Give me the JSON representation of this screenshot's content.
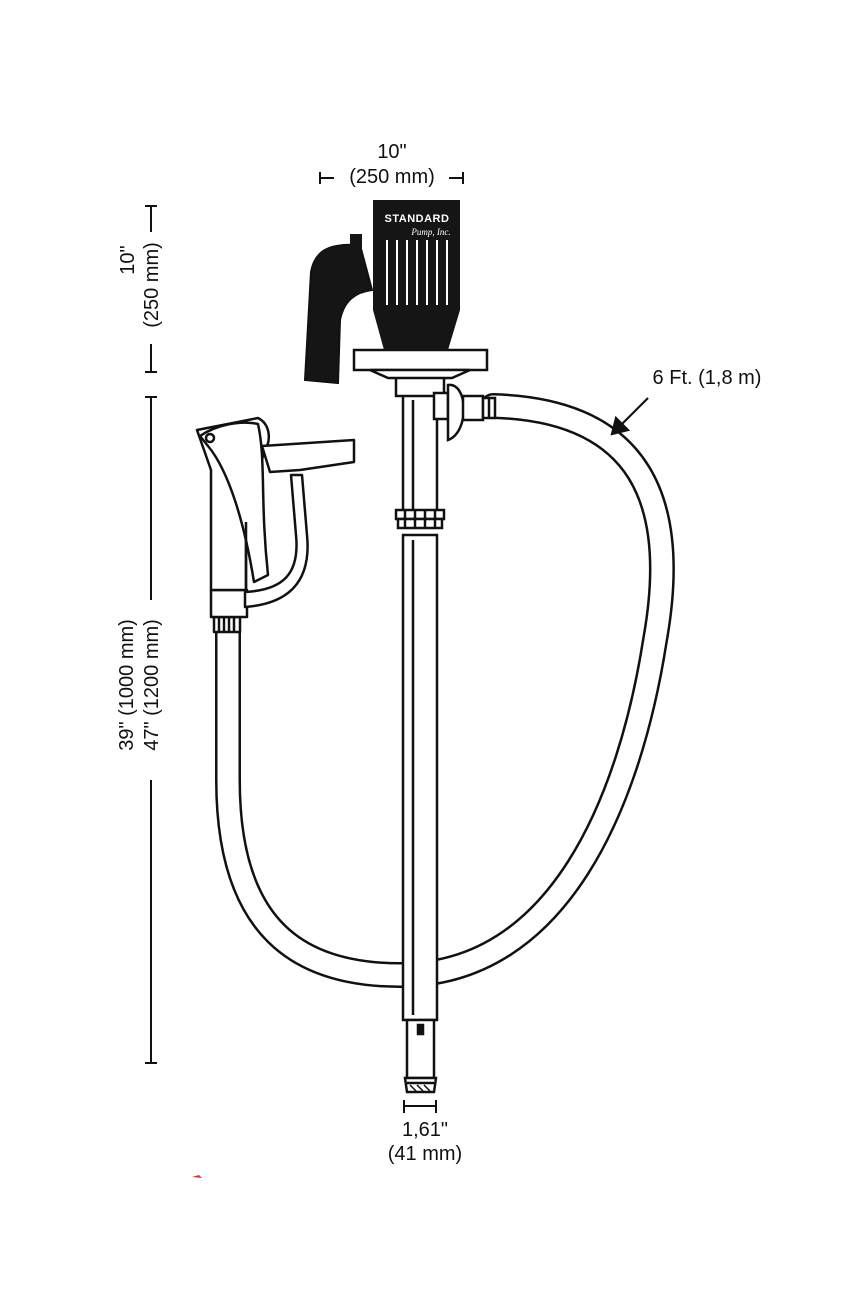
{
  "dimensions": {
    "motor_width": {
      "imperial": "10\"",
      "metric": "(250 mm)"
    },
    "motor_height": {
      "imperial": "10\"",
      "metric": "(250 mm)"
    },
    "tube_length": {
      "line1": "39\" (1000 mm)",
      "line2": "47\" (1200 mm)"
    },
    "tube_diameter": {
      "imperial": "1,61\"",
      "metric": "(41 mm)"
    },
    "hose_length": "6 Ft. (1,8 m)"
  },
  "brand": {
    "name": "STANDARD",
    "sub": "Pump, Inc."
  },
  "colors": {
    "line": "#111111",
    "motor_body": "#151515",
    "background": "#ffffff",
    "accent_mark": "#d8342c"
  }
}
